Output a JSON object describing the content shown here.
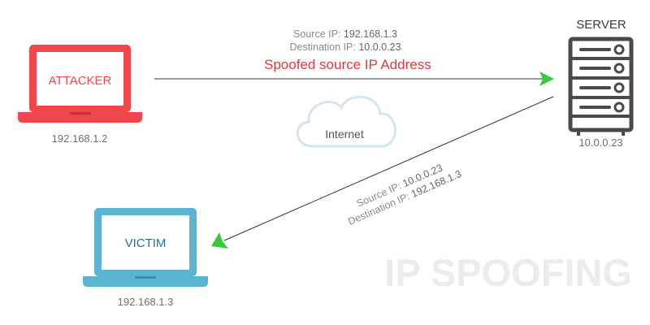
{
  "attacker": {
    "label": "ATTACKER",
    "ip": "192.168.1.2",
    "color": "#f0474b"
  },
  "victim": {
    "label": "VICTIM",
    "ip": "192.168.1.3",
    "color": "#5ab4d2",
    "label_color": "#1f6fc0"
  },
  "server": {
    "title": "SERVER",
    "ip": "10.0.0.23",
    "color": "#4a4a4a"
  },
  "cloud": {
    "label": "Internet",
    "color": "#d5e5ef"
  },
  "request": {
    "source_label": "Source IP:",
    "source_ip": "192.168.1.3",
    "dest_label": "Destination IP:",
    "dest_ip": "10.0.0.23",
    "caption": "Spoofed source IP Address",
    "caption_color": "#e03a3e"
  },
  "response": {
    "source_label": "Source IP:",
    "source_ip": "10.0.0.23",
    "dest_label": "Destination IP:",
    "dest_ip": "192.168.1.3"
  },
  "arrow_color": "#3cc83c",
  "watermark": {
    "text": "IP SPOOFING",
    "color": "#ececec"
  }
}
